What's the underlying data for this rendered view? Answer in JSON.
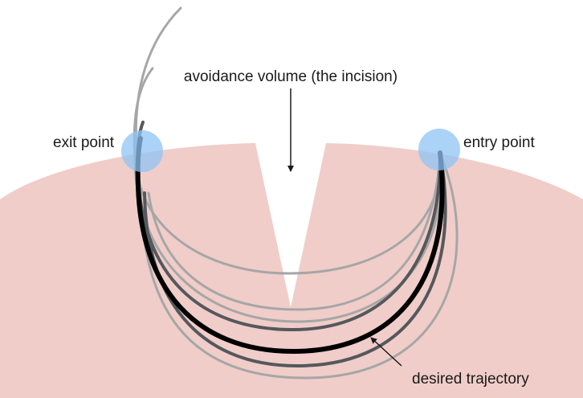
{
  "labels": {
    "avoidance_volume": "avoidance volume (the incision)",
    "exit_point": "exit point",
    "entry_point": "entry point",
    "desired_trajectory": "desired trajectory"
  },
  "colors": {
    "tissue": "#f0cdc9",
    "marker": "#8fc3f4",
    "trajectory_light": "#a6a6a6",
    "trajectory_dark": "#55585c",
    "trajectory_desired": "#000000",
    "text": "#1a1a1a"
  }
}
